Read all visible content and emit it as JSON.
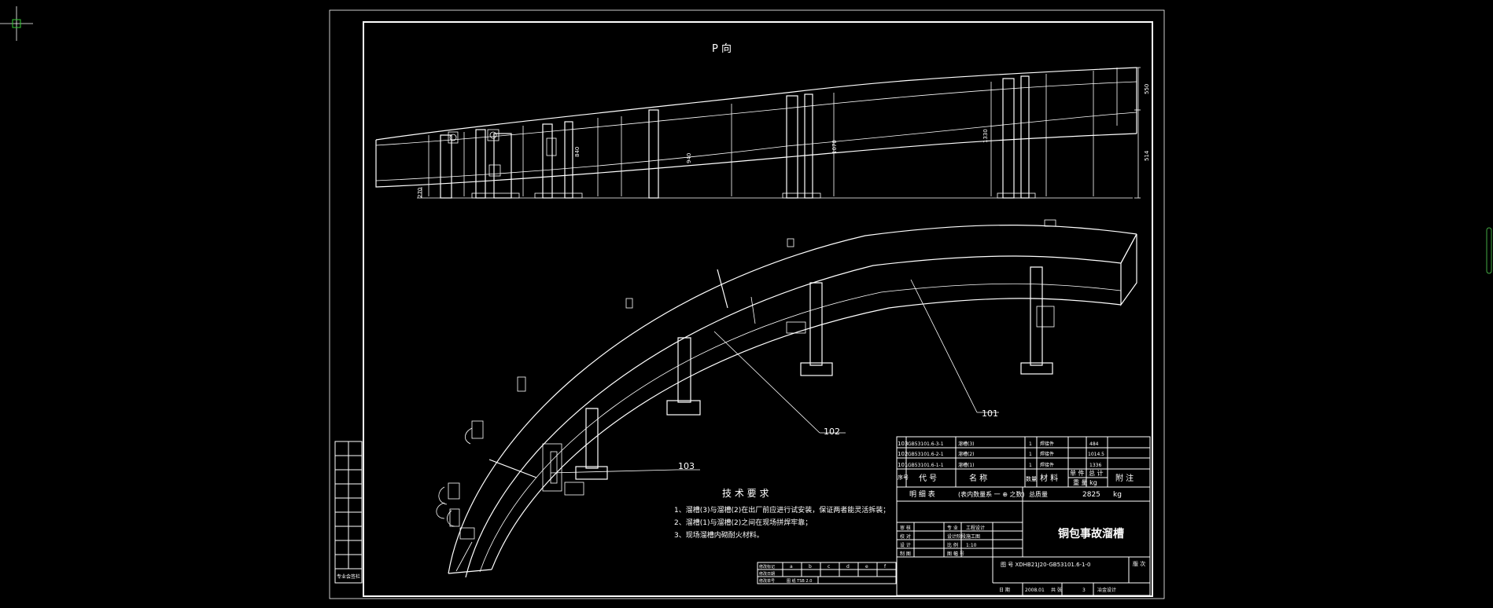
{
  "drawing": {
    "view_label": "P 向",
    "dims": {
      "d_top_right": "550",
      "d_right": "514",
      "d_mid1": "1330",
      "d_mid2": "1070",
      "d_mid3": "940",
      "d_mid4": "840",
      "d_left": "270"
    },
    "callouts": {
      "c101": "101",
      "c102": "102",
      "c103": "103"
    }
  },
  "tech_req": {
    "title": "技 术 要 求",
    "items": [
      "1、溜槽(3)与溜槽(2)在出厂前应进行试安装，保证两者能灵活拆装；",
      "2、溜槽(1)与溜槽(2)之间在现场拼焊牢靠；",
      "3、现场溜槽内砌耐火材料。"
    ]
  },
  "bom": {
    "rows": [
      {
        "no": "103",
        "code": "GB53101.6-3-1",
        "name": "溜槽(3)",
        "qty": "1",
        "mat": "焊接件",
        "w1": "",
        "w2": "484",
        "note": ""
      },
      {
        "no": "102",
        "code": "GB53101.6-2-1",
        "name": "溜槽(2)",
        "qty": "1",
        "mat": "焊接件",
        "w1": "",
        "w2": "1014.5",
        "note": ""
      },
      {
        "no": "101",
        "code": "GB53101.6-1-1",
        "name": "溜槽(1)",
        "qty": "1",
        "mat": "焊接件",
        "w1": "",
        "w2": "1336",
        "note": ""
      }
    ],
    "header": {
      "no": "序号",
      "code": "代 号",
      "name": "名 称",
      "qty": "数量",
      "mat": "材 料",
      "unit": "单 件",
      "total": "总 计",
      "weight": "重 量 kg",
      "note": "附 注"
    },
    "footer": {
      "label": "明  细  表",
      "qty_note": "(表内数量系 一 ⊕ 之数)",
      "total_label": "总质量",
      "total_value": "2825",
      "unit": "kg"
    }
  },
  "title_block": {
    "title": "铜包事故溜槽",
    "drawing_no": "图 号  XDHB21J20-GB53101.6-1-0",
    "roles": [
      {
        "a": "审 核",
        "b": "专 业",
        "c": "工程设计"
      },
      {
        "a": "校 对",
        "b": "设计阶段",
        "c": "施工图"
      },
      {
        "a": "设 计",
        "b": "比 例",
        "c": "1:10"
      },
      {
        "a": "制 图",
        "b": "图 幅 号",
        "c": ""
      }
    ],
    "bottom": {
      "date_label": "日 期",
      "date": "2008.01",
      "sheet_label": "共 张",
      "sheet": "",
      "count": "3",
      "company": "冶金设计"
    },
    "version": "版 次",
    "rev_labels": [
      "修改标记",
      "a",
      "b",
      "c",
      "d",
      "e",
      "f"
    ],
    "rev_row2": [
      "修改日期",
      "",
      "",
      "",
      "",
      "",
      ""
    ],
    "rev_row3": "修改单号",
    "stamp": "图 纸 TSB 2.0",
    "side_stamp": "专业会签栏"
  }
}
